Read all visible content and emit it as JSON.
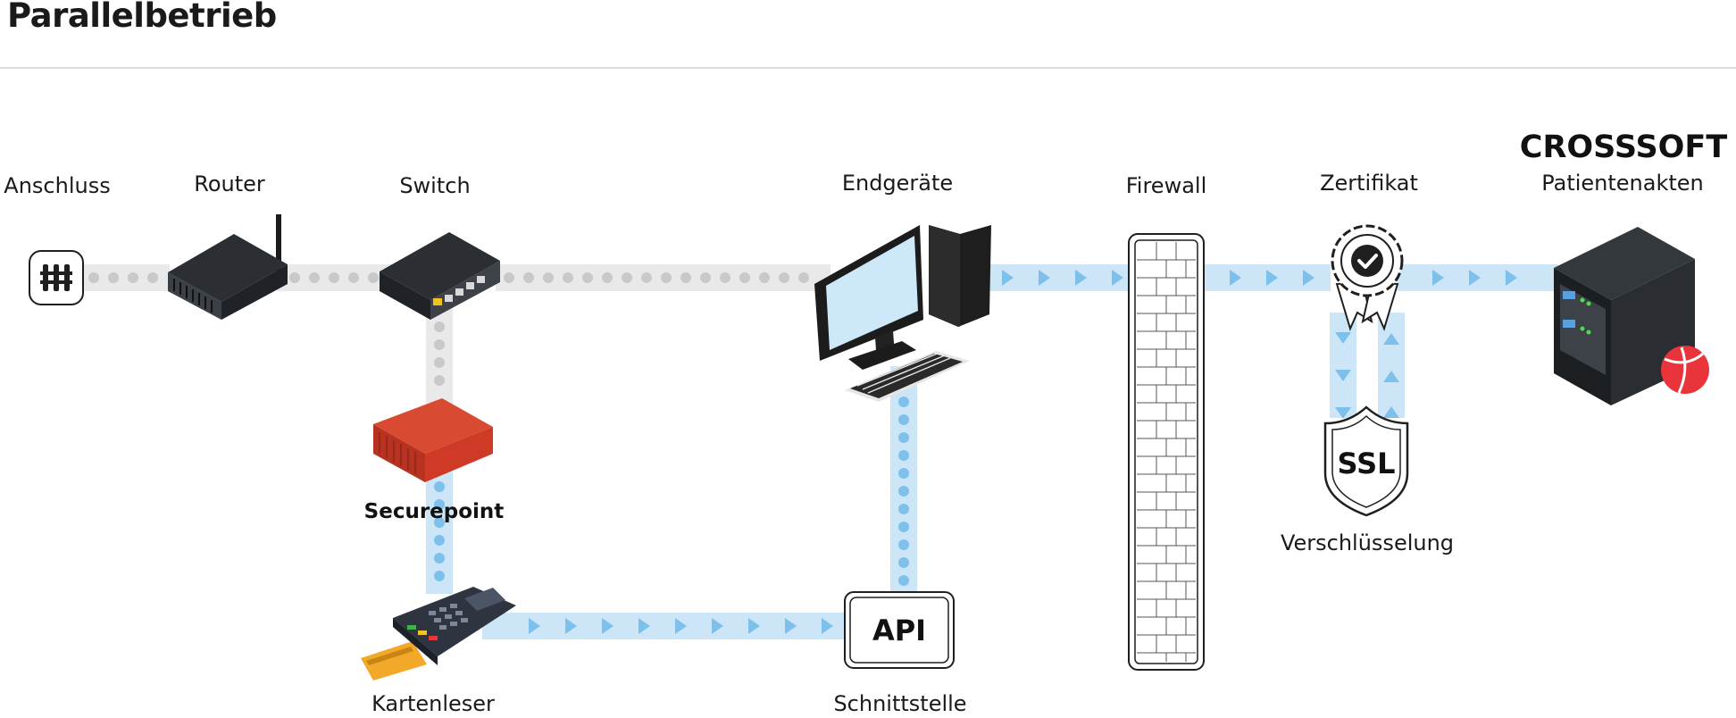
{
  "title": "Parallelbetrieb",
  "labels": {
    "anschluss": "Anschluss",
    "router": "Router",
    "switch": "Switch",
    "endgeraete": "Endgeräte",
    "firewall": "Firewall",
    "zertifikat": "Zertifikat",
    "brand": "CROSSSOFT",
    "patientenakten": "Patientenakten",
    "securepoint": "Securepoint",
    "verschluesselung": "Verschlüsselung",
    "kartenleser": "Kartenleser",
    "schnittstelle": "Schnittstelle"
  },
  "badges": {
    "api": "API",
    "ssl": "SSL"
  },
  "colors": {
    "unsecured_line": "#e9e9e9",
    "unsecured_dots": "#c9c9c9",
    "secured_line": "#cce6f7",
    "secured_marks": "#7ec0ec",
    "securepoint_red": "#cf3a26",
    "crosssoft_red": "#e8343a"
  },
  "icons": [
    "connection-port-icon",
    "router-icon",
    "switch-icon",
    "desktop-computer-icon",
    "firewall-wall-icon",
    "certificate-icon",
    "ssl-shield-icon",
    "server-icon",
    "securepoint-appliance-icon",
    "card-reader-icon",
    "api-box-icon",
    "crosssoft-logo-icon"
  ]
}
